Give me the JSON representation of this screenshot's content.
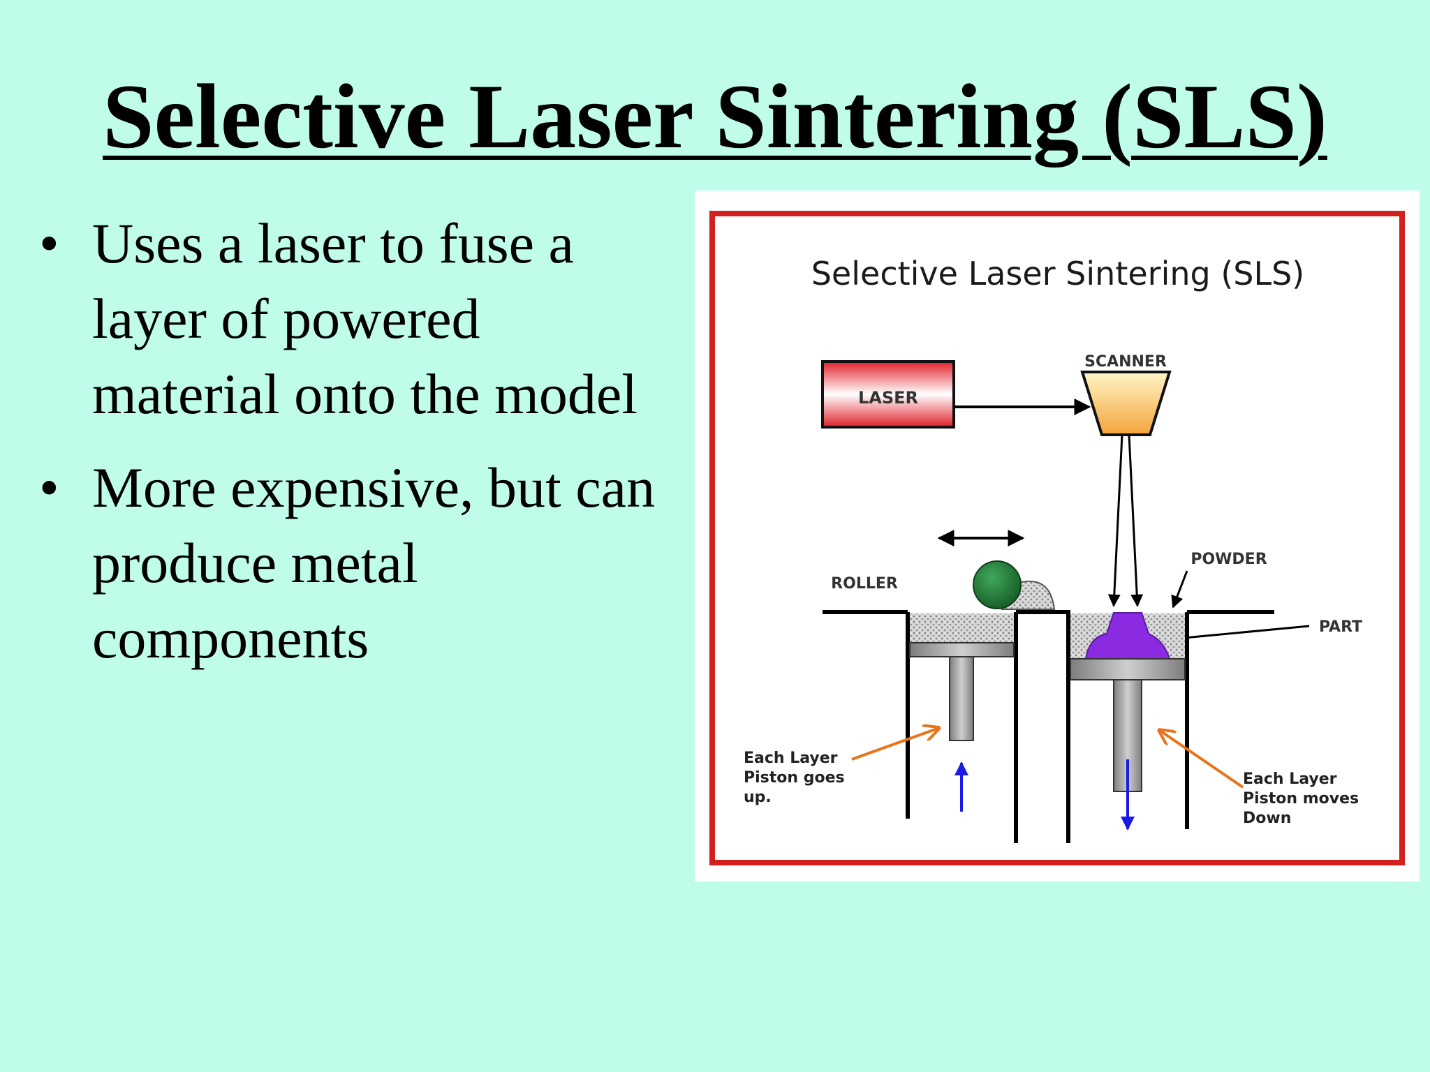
{
  "slide": {
    "title": "Selective Laser Sintering (SLS)",
    "bullets": [
      "Uses a laser to fuse a layer of powered material onto the model",
      "More expensive, but can produce metal components"
    ],
    "bullet_glyph": "•"
  },
  "diagram": {
    "title": "Selective Laser Sintering (SLS)",
    "labels": {
      "laser": "LASER",
      "scanner": "SCANNER",
      "roller": "ROLLER",
      "powder": "POWDER",
      "part": "PART",
      "left_note": [
        "Each Layer",
        "Piston goes",
        "up."
      ],
      "right_note": [
        "Each Layer",
        "Piston moves",
        "Down"
      ]
    },
    "colors": {
      "frame": "#d41f1f",
      "laser_box": "#e0202a",
      "scanner": "#f3b53e",
      "roller": "#1f7a34",
      "part": "#8a2be2",
      "piston": "#9a9a9a",
      "note_arrow": "#e8731b",
      "motion_arrow": "#1a1ae6"
    }
  }
}
